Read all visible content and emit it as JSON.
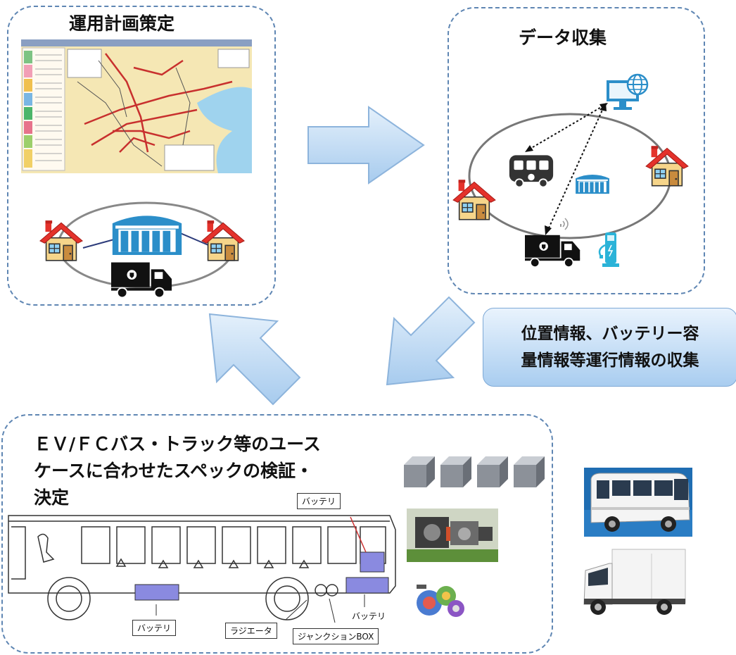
{
  "panels": {
    "planning": {
      "title": "運用計画策定"
    },
    "collection": {
      "title": "データ収集"
    },
    "spec": {
      "title_lines": [
        "ＥＶ/ＦＣバス・トラック等のユース",
        "ケースに合わせたスペックの検証・",
        "決定"
      ]
    }
  },
  "callout": {
    "lines": [
      "位置情報、バッテリー容",
      "量情報等運行情報の収集"
    ]
  },
  "bus_labels": {
    "battery_top": "バッテリ",
    "battery_bottom": "バッテリ",
    "battery_right": "バッテリ",
    "radiator": "ラジエータ",
    "junction_box": "ジャンクションBOX"
  },
  "icons": [
    "house-icon",
    "garage-icon",
    "truck-icon",
    "bus-icon",
    "computer-globe-icon",
    "charger-icon",
    "arrow-right-icon",
    "arrow-down-left-icon",
    "arrow-up-left-icon"
  ],
  "colors": {
    "dash_border": "#5f86b3",
    "arrow_fill": "#c5ddf3",
    "callout_fill": "#b9d7f3",
    "roof_red": "#e4322b",
    "garage_blue": "#2b8ec9"
  }
}
